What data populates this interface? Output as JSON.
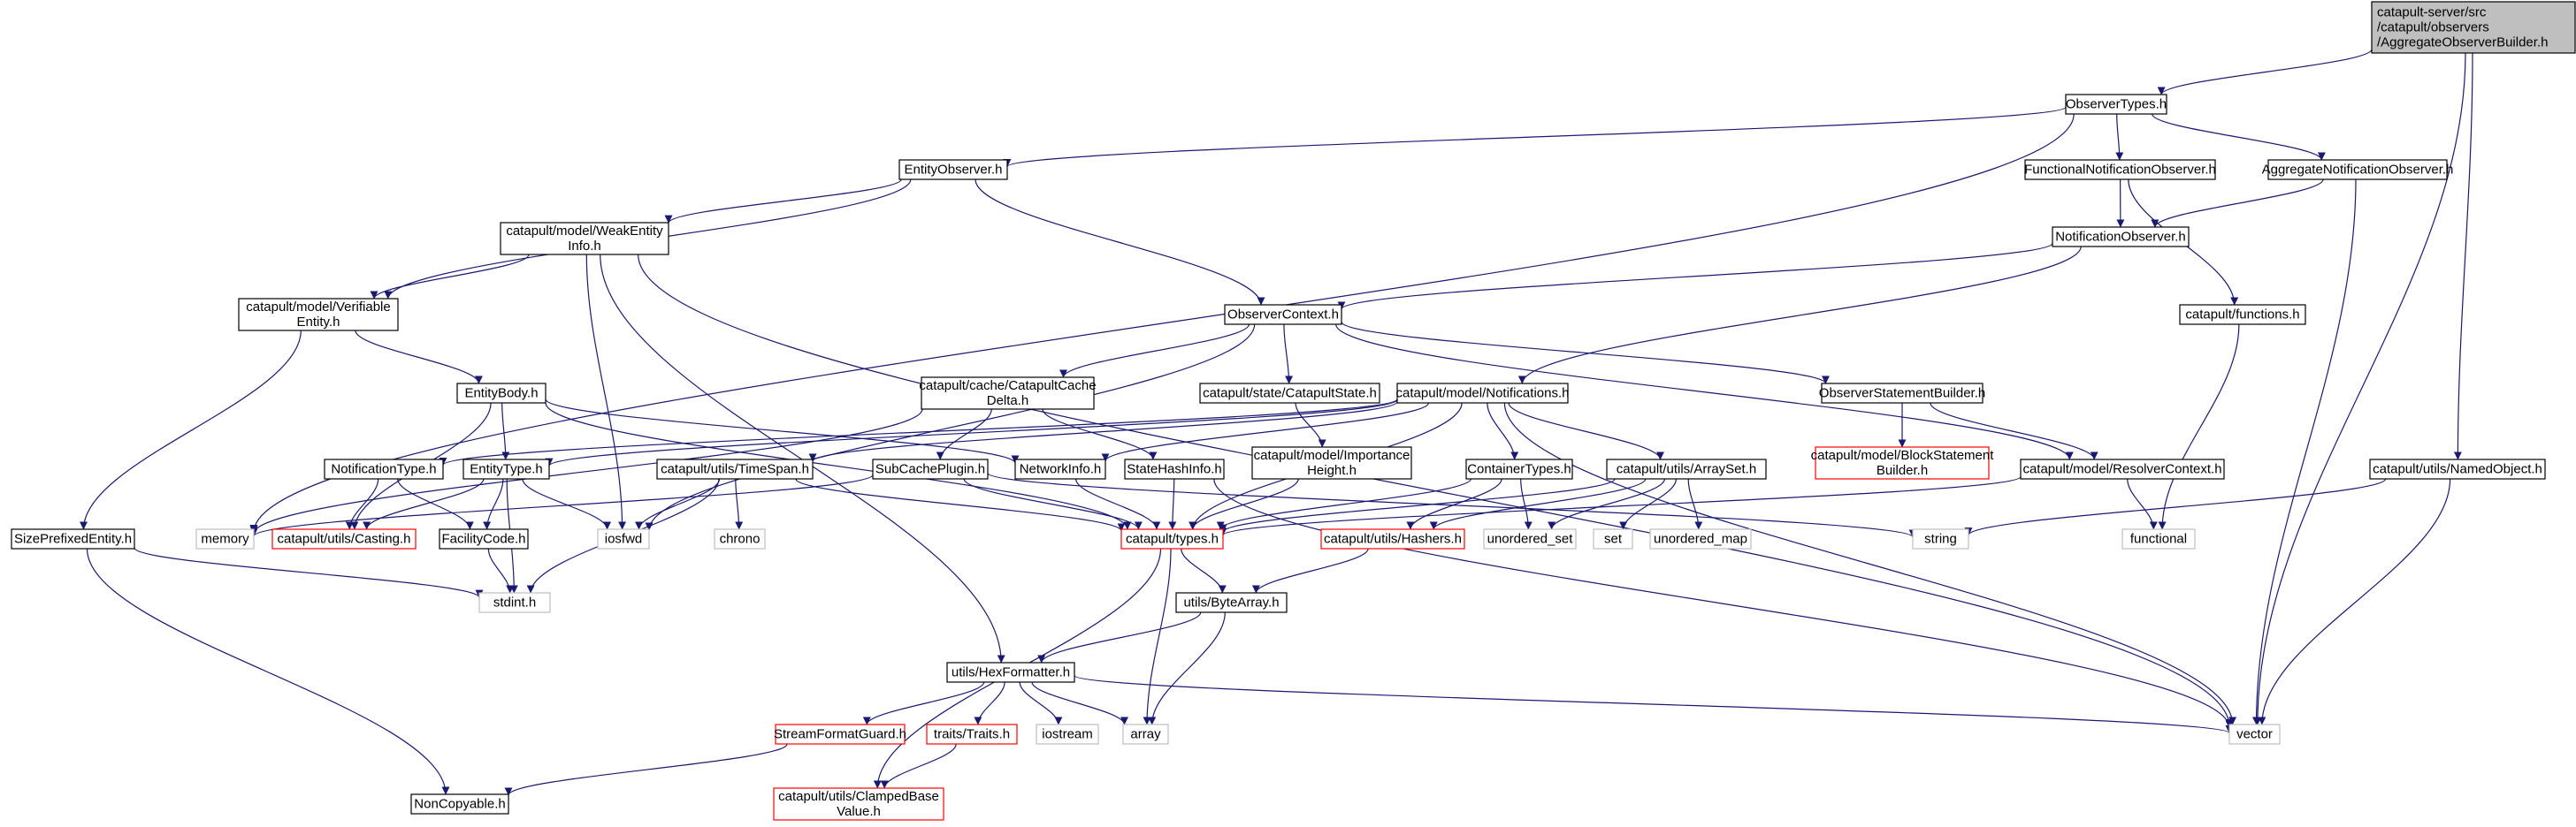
{
  "nodes": [
    {
      "id": "root",
      "lines": [
        "catapult-server/src",
        "/catapult/observers",
        "/AggregateObserverBuilder.h"
      ],
      "style": "root"
    },
    {
      "id": "observertypes",
      "lines": [
        "ObserverTypes.h"
      ],
      "style": "normal"
    },
    {
      "id": "entityobserver",
      "lines": [
        "EntityObserver.h"
      ],
      "style": "normal"
    },
    {
      "id": "functionalnotif",
      "lines": [
        "FunctionalNotificationObserver.h"
      ],
      "style": "normal"
    },
    {
      "id": "aggregatenotif",
      "lines": [
        "AggregateNotificationObserver.h"
      ],
      "style": "normal"
    },
    {
      "id": "weakentity",
      "lines": [
        "catapult/model/WeakEntity",
        "Info.h"
      ],
      "style": "normal"
    },
    {
      "id": "notifobserver",
      "lines": [
        "NotificationObserver.h"
      ],
      "style": "normal"
    },
    {
      "id": "verifiable",
      "lines": [
        "catapult/model/Verifiable",
        "Entity.h"
      ],
      "style": "normal"
    },
    {
      "id": "observercontext",
      "lines": [
        "ObserverContext.h"
      ],
      "style": "normal"
    },
    {
      "id": "functions",
      "lines": [
        "catapult/functions.h"
      ],
      "style": "normal"
    },
    {
      "id": "entitybody",
      "lines": [
        "EntityBody.h"
      ],
      "style": "normal"
    },
    {
      "id": "cachedelta",
      "lines": [
        "catapult/cache/CatapultCache",
        "Delta.h"
      ],
      "style": "normal"
    },
    {
      "id": "catapultstate",
      "lines": [
        "catapult/state/CatapultState.h"
      ],
      "style": "normal"
    },
    {
      "id": "notifications",
      "lines": [
        "catapult/model/Notifications.h"
      ],
      "style": "normal"
    },
    {
      "id": "stmtbuilder",
      "lines": [
        "ObserverStatementBuilder.h"
      ],
      "style": "normal"
    },
    {
      "id": "blockstmt",
      "lines": [
        "catapult/model/BlockStatement",
        "Builder.h"
      ],
      "style": "red"
    },
    {
      "id": "resolvercontext",
      "lines": [
        "catapult/model/ResolverContext.h"
      ],
      "style": "normal"
    },
    {
      "id": "namedobject",
      "lines": [
        "catapult/utils/NamedObject.h"
      ],
      "style": "normal"
    },
    {
      "id": "notiftype",
      "lines": [
        "NotificationType.h"
      ],
      "style": "normal"
    },
    {
      "id": "entitytype",
      "lines": [
        "EntityType.h"
      ],
      "style": "normal"
    },
    {
      "id": "timespan",
      "lines": [
        "catapult/utils/TimeSpan.h"
      ],
      "style": "normal"
    },
    {
      "id": "subcache",
      "lines": [
        "SubCachePlugin.h"
      ],
      "style": "normal"
    },
    {
      "id": "networkinfo",
      "lines": [
        "NetworkInfo.h"
      ],
      "style": "normal"
    },
    {
      "id": "statehash",
      "lines": [
        "StateHashInfo.h"
      ],
      "style": "normal"
    },
    {
      "id": "importance",
      "lines": [
        "catapult/model/Importance",
        "Height.h"
      ],
      "style": "normal"
    },
    {
      "id": "containertypes",
      "lines": [
        "ContainerTypes.h"
      ],
      "style": "normal"
    },
    {
      "id": "arrayset",
      "lines": [
        "catapult/utils/ArraySet.h"
      ],
      "style": "normal"
    },
    {
      "id": "sizeprefixed",
      "lines": [
        "SizePrefixedEntity.h"
      ],
      "style": "normal"
    },
    {
      "id": "memory",
      "lines": [
        "memory"
      ],
      "style": "ext"
    },
    {
      "id": "casting",
      "lines": [
        "catapult/utils/Casting.h"
      ],
      "style": "red"
    },
    {
      "id": "facilitycode",
      "lines": [
        "FacilityCode.h"
      ],
      "style": "normal"
    },
    {
      "id": "iosfwd",
      "lines": [
        "iosfwd"
      ],
      "style": "ext"
    },
    {
      "id": "chrono",
      "lines": [
        "chrono"
      ],
      "style": "ext"
    },
    {
      "id": "types",
      "lines": [
        "catapult/types.h"
      ],
      "style": "red"
    },
    {
      "id": "hashers",
      "lines": [
        "catapult/utils/Hashers.h"
      ],
      "style": "red"
    },
    {
      "id": "unordered_set",
      "lines": [
        "unordered_set"
      ],
      "style": "ext"
    },
    {
      "id": "set",
      "lines": [
        "set"
      ],
      "style": "ext"
    },
    {
      "id": "unordered_map",
      "lines": [
        "unordered_map"
      ],
      "style": "ext"
    },
    {
      "id": "string",
      "lines": [
        "string"
      ],
      "style": "ext"
    },
    {
      "id": "functional",
      "lines": [
        "functional"
      ],
      "style": "ext"
    },
    {
      "id": "stdint",
      "lines": [
        "stdint.h"
      ],
      "style": "ext"
    },
    {
      "id": "bytearray",
      "lines": [
        "utils/ByteArray.h"
      ],
      "style": "normal"
    },
    {
      "id": "hexformatter",
      "lines": [
        "utils/HexFormatter.h"
      ],
      "style": "normal"
    },
    {
      "id": "streamformat",
      "lines": [
        "StreamFormatGuard.h"
      ],
      "style": "red"
    },
    {
      "id": "traits",
      "lines": [
        "traits/Traits.h"
      ],
      "style": "red"
    },
    {
      "id": "iostream",
      "lines": [
        "iostream"
      ],
      "style": "ext"
    },
    {
      "id": "array",
      "lines": [
        "array"
      ],
      "style": "ext"
    },
    {
      "id": "vector",
      "lines": [
        "vector"
      ],
      "style": "ext"
    },
    {
      "id": "noncopyable",
      "lines": [
        "NonCopyable.h"
      ],
      "style": "normal"
    },
    {
      "id": "clamped",
      "lines": [
        "catapult/utils/ClampedBase",
        "Value.h"
      ],
      "style": "red"
    }
  ],
  "edges": [
    [
      "root",
      "observertypes"
    ],
    [
      "root",
      "namedobject"
    ],
    [
      "root",
      "vector"
    ],
    [
      "observertypes",
      "memory"
    ],
    [
      "observertypes",
      "entityobserver"
    ],
    [
      "observertypes",
      "functionalnotif"
    ],
    [
      "observertypes",
      "aggregatenotif"
    ],
    [
      "entityobserver",
      "weakentity"
    ],
    [
      "entityobserver",
      "verifiable"
    ],
    [
      "entityobserver",
      "observercontext"
    ],
    [
      "functionalnotif",
      "notifobserver"
    ],
    [
      "functionalnotif",
      "functions"
    ],
    [
      "aggregatenotif",
      "notifobserver"
    ],
    [
      "aggregatenotif",
      "vector"
    ],
    [
      "weakentity",
      "verifiable"
    ],
    [
      "weakentity",
      "iosfwd"
    ],
    [
      "weakentity",
      "hexformatter"
    ],
    [
      "weakentity",
      "vector"
    ],
    [
      "notifobserver",
      "observercontext"
    ],
    [
      "notifobserver",
      "notifications"
    ],
    [
      "verifiable",
      "entitybody"
    ],
    [
      "verifiable",
      "sizeprefixed"
    ],
    [
      "observercontext",
      "iosfwd"
    ],
    [
      "observercontext",
      "cachedelta"
    ],
    [
      "observercontext",
      "catapultstate"
    ],
    [
      "observercontext",
      "stmtbuilder"
    ],
    [
      "observercontext",
      "resolvercontext"
    ],
    [
      "functions",
      "functional"
    ],
    [
      "entitybody",
      "entitytype"
    ],
    [
      "entitybody",
      "casting"
    ],
    [
      "entitybody",
      "networkinfo"
    ],
    [
      "entitybody",
      "types"
    ],
    [
      "cachedelta",
      "memory"
    ],
    [
      "cachedelta",
      "subcache"
    ],
    [
      "cachedelta",
      "statehash"
    ],
    [
      "catapultstate",
      "importance"
    ],
    [
      "importance",
      "types"
    ],
    [
      "notifications",
      "notiftype"
    ],
    [
      "notifications",
      "entitytype"
    ],
    [
      "notifications",
      "timespan"
    ],
    [
      "notifications",
      "networkinfo"
    ],
    [
      "notifications",
      "containertypes"
    ],
    [
      "notifications",
      "arrayset"
    ],
    [
      "notifications",
      "types"
    ],
    [
      "notifications",
      "vector"
    ],
    [
      "stmtbuilder",
      "blockstmt"
    ],
    [
      "stmtbuilder",
      "resolvercontext"
    ],
    [
      "resolvercontext",
      "types"
    ],
    [
      "resolvercontext",
      "functional"
    ],
    [
      "namedobject",
      "string"
    ],
    [
      "namedobject",
      "vector"
    ],
    [
      "notiftype",
      "casting"
    ],
    [
      "notiftype",
      "facilitycode"
    ],
    [
      "entitytype",
      "casting"
    ],
    [
      "entitytype",
      "facilitycode"
    ],
    [
      "entitytype",
      "iosfwd"
    ],
    [
      "entitytype",
      "stdint"
    ],
    [
      "timespan",
      "iosfwd"
    ],
    [
      "timespan",
      "chrono"
    ],
    [
      "timespan",
      "stdint"
    ],
    [
      "timespan",
      "types"
    ],
    [
      "subcache",
      "memory"
    ],
    [
      "subcache",
      "string"
    ],
    [
      "subcache",
      "types"
    ],
    [
      "networkinfo",
      "types"
    ],
    [
      "statehash",
      "types"
    ],
    [
      "statehash",
      "vector"
    ],
    [
      "containertypes",
      "hashers"
    ],
    [
      "containertypes",
      "unordered_set"
    ],
    [
      "containertypes",
      "types"
    ],
    [
      "arrayset",
      "hashers"
    ],
    [
      "arrayset",
      "unordered_set"
    ],
    [
      "arrayset",
      "set"
    ],
    [
      "arrayset",
      "unordered_map"
    ],
    [
      "arrayset",
      "types"
    ],
    [
      "sizeprefixed",
      "stdint"
    ],
    [
      "sizeprefixed",
      "noncopyable"
    ],
    [
      "facilitycode",
      "stdint"
    ],
    [
      "types",
      "bytearray"
    ],
    [
      "types",
      "array"
    ],
    [
      "types",
      "clamped"
    ],
    [
      "hashers",
      "bytearray"
    ],
    [
      "bytearray",
      "hexformatter"
    ],
    [
      "bytearray",
      "array"
    ],
    [
      "hexformatter",
      "streamformat"
    ],
    [
      "hexformatter",
      "traits"
    ],
    [
      "hexformatter",
      "iostream"
    ],
    [
      "hexformatter",
      "array"
    ],
    [
      "hexformatter",
      "vector"
    ],
    [
      "streamformat",
      "noncopyable"
    ],
    [
      "traits",
      "clamped"
    ]
  ],
  "colors": {
    "edge": "#191970",
    "normal_border": "#000000",
    "red_border": "#ff0000",
    "ext_border": "#bfbfbf",
    "root_fill": "#bfbfbf",
    "ext_text": "#000000"
  }
}
